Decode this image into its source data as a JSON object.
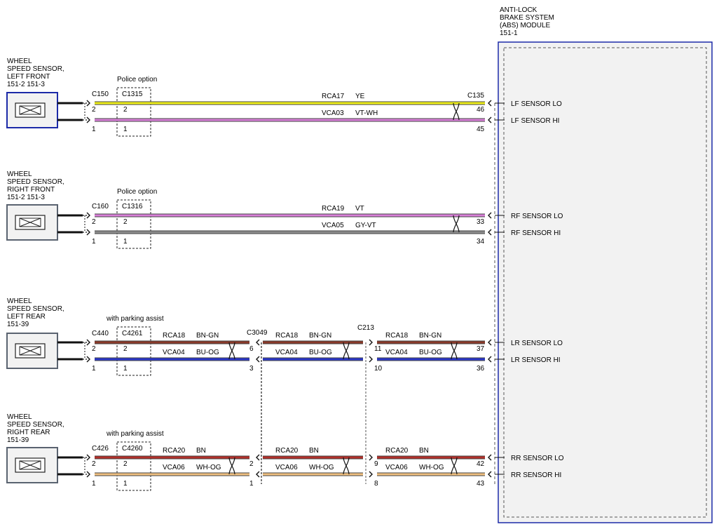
{
  "module": {
    "title_lines": [
      "ANTI-LOCK",
      "BRAKE SYSTEM",
      "(ABS) MODULE",
      "151-1"
    ],
    "colors": {
      "border": "#1c2aa8",
      "fill": "#f2f2f2"
    }
  },
  "sensors": [
    {
      "title_lines": [
        "WHEEL",
        "SPEED SENSOR,",
        "LEFT FRONT",
        "151-2      151-3"
      ],
      "option_label": "Police option",
      "conn_a": "C150",
      "conn_b": "C1315",
      "hi_pins": [
        "2",
        "2"
      ],
      "lo_pins": [
        "1",
        "1"
      ],
      "signals": [
        "LF SENSOR LO",
        "LF SENSOR HI"
      ],
      "box_color": "#1c2aa8"
    },
    {
      "title_lines": [
        "WHEEL",
        "SPEED SENSOR,",
        "RIGHT FRONT",
        "151-2      151-3"
      ],
      "option_label": "Police option",
      "conn_a": "C160",
      "conn_b": "C1316",
      "hi_pins": [
        "2",
        "2"
      ],
      "lo_pins": [
        "1",
        "1"
      ],
      "signals": [
        "RF SENSOR LO",
        "RF SENSOR HI"
      ],
      "box_color": "#5a6370"
    },
    {
      "title_lines": [
        "WHEEL",
        "SPEED SENSOR,",
        "LEFT REAR",
        "151-39"
      ],
      "option_label": "with parking assist",
      "conn_a": "C440",
      "conn_b": "C4261",
      "hi_pins": [
        "2",
        "2"
      ],
      "lo_pins": [
        "1",
        "1"
      ],
      "signals": [
        "LR SENSOR LO",
        "LR SENSOR HI"
      ],
      "box_color": "#5a6370"
    },
    {
      "title_lines": [
        "WHEEL",
        "SPEED SENSOR,",
        "RIGHT REAR",
        "151-39"
      ],
      "option_label": "with parking assist",
      "conn_a": "C426",
      "conn_b": "C4260",
      "hi_pins": [
        "2",
        "2"
      ],
      "lo_pins": [
        "1",
        "1"
      ],
      "signals": [
        "RR SENSOR LO",
        "RR SENSOR HI"
      ],
      "box_color": "#5a6370"
    }
  ],
  "front_wires": [
    {
      "circuit": "RCA17",
      "color_code": "YE",
      "color": "#eeee1a",
      "module_pin": "46",
      "module_conn": "C135"
    },
    {
      "circuit": "VCA03",
      "color_code": "VT-WH",
      "color": "#d97fd9",
      "module_pin": "45"
    },
    {
      "circuit": "RCA19",
      "color_code": "VT",
      "color": "#d97fd9",
      "module_pin": "33"
    },
    {
      "circuit": "VCA05",
      "color_code": "GY-VT",
      "color": "#8c8c8c",
      "module_pin": "34"
    }
  ],
  "rear_connectors": {
    "mid1": "C3049",
    "mid2": "C213"
  },
  "rear_wires": [
    {
      "circuit": "RCA18",
      "color_code": "BN-GN",
      "color": "#8a3a2a",
      "pins": [
        "6",
        "11",
        "37"
      ]
    },
    {
      "circuit": "VCA04",
      "color_code": "BU-OG",
      "color": "#2a36c8",
      "pins": [
        "3",
        "10",
        "36"
      ]
    },
    {
      "circuit": "RCA20",
      "color_code": "BN",
      "color": "#b3302a",
      "pins": [
        "2",
        "9",
        "42"
      ]
    },
    {
      "circuit": "VCA06",
      "color_code": "WH-OG",
      "color": "#f0c080",
      "pins": [
        "1",
        "8",
        "43"
      ]
    }
  ]
}
